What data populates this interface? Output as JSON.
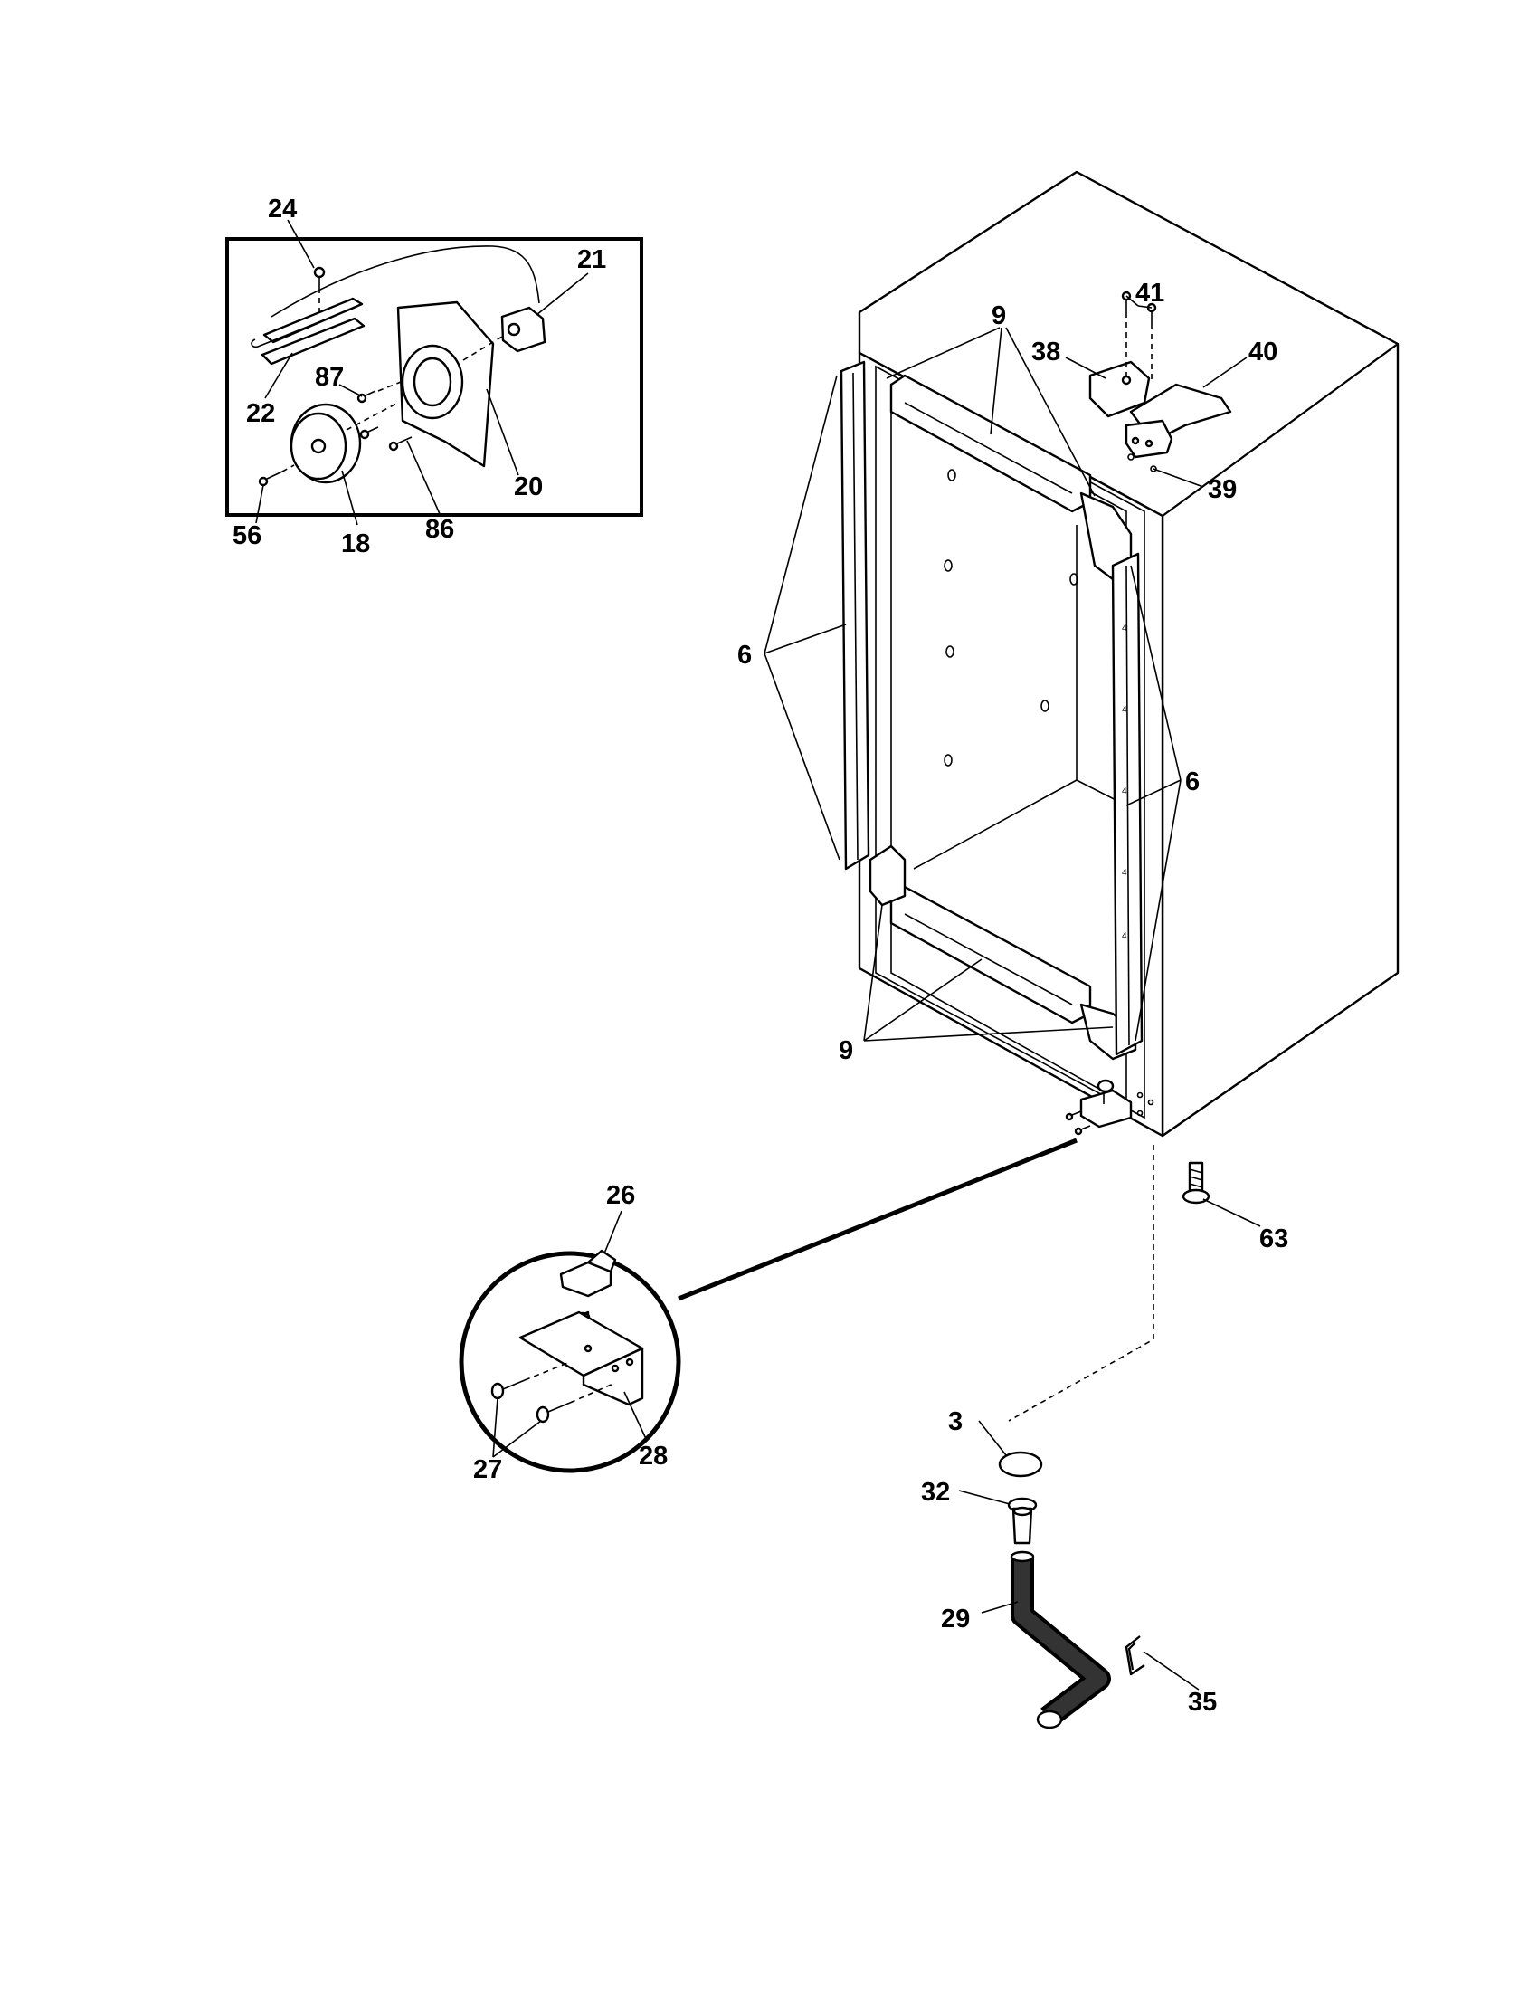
{
  "callouts": {
    "c24": "24",
    "c21": "21",
    "c87": "87",
    "c22": "22",
    "c20": "20",
    "c56": "56",
    "c18": "18",
    "c86": "86",
    "c9_top": "9",
    "c41": "41",
    "c38": "38",
    "c40": "40",
    "c39": "39",
    "c6_left": "6",
    "c6_right": "6",
    "c9_bottom": "9",
    "c26": "26",
    "c63": "63",
    "c28": "28",
    "c27": "27",
    "c3": "3",
    "c32": "32",
    "c29": "29",
    "c35": "35"
  }
}
